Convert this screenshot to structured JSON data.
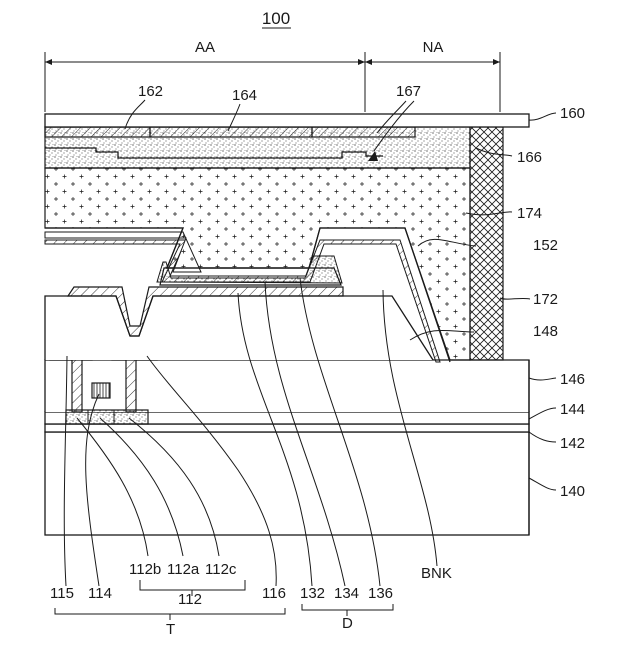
{
  "figure": {
    "title": "100",
    "regions": {
      "active": "AA",
      "non_active": "NA"
    }
  },
  "labels": {
    "l160": "160",
    "l162": "162",
    "l164": "164",
    "l167": "167",
    "l166": "166",
    "l174": "174",
    "l152": "152",
    "l172": "172",
    "l148": "148",
    "l146": "146",
    "l144": "144",
    "l142": "142",
    "l140": "140",
    "l112b": "112b",
    "l112a": "112a",
    "l112c": "112c",
    "l112": "112",
    "l115": "115",
    "l114": "114",
    "l116": "116",
    "l132": "132",
    "l134": "134",
    "l136": "136",
    "lBNK": "BNK",
    "lT": "T",
    "lD": "D"
  },
  "colors": {
    "stroke": "#1a1a1a",
    "background": "#ffffff"
  }
}
